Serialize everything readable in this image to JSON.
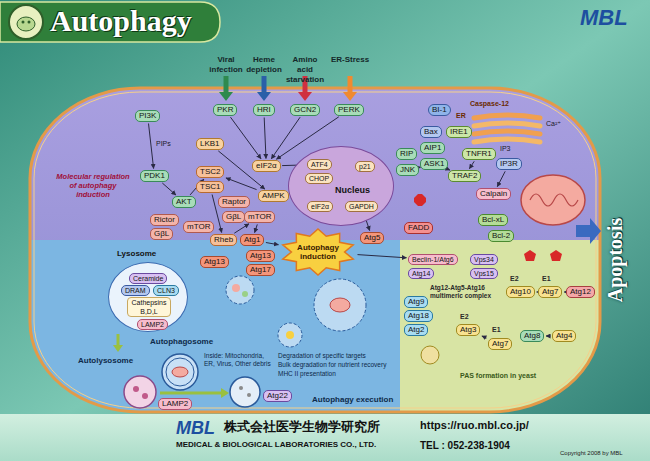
{
  "diagram": {
    "title": "Autophagy",
    "nodes": [
      {
        "text": [
          "PKR"
        ]
      },
      {
        "text": [
          "HRI"
        ]
      },
      {
        "text": [
          "GCN2"
        ]
      },
      {
        "text": [
          "PERK"
        ]
      },
      {
        "text": [
          "PI3K"
        ]
      },
      {
        "text": [
          "PDK1"
        ]
      },
      {
        "text": [
          "AKT"
        ]
      },
      {
        "text": [
          "TSC2"
        ]
      },
      {
        "text": [
          "TSC1"
        ]
      },
      {
        "text": [
          "LKB1"
        ]
      },
      {
        "text": [
          "eIF2α"
        ]
      },
      {
        "text": [
          "AMPK"
        ]
      },
      {
        "text": [
          "Raptor"
        ]
      },
      {
        "text": [
          "GβL"
        ]
      },
      {
        "text": [
          "mTOR"
        ]
      },
      {
        "text": [
          "Rictor"
        ]
      },
      {
        "text": [
          "GβL"
        ]
      },
      {
        "text": [
          "mTOR"
        ]
      },
      {
        "text": [
          "Rheb"
        ]
      },
      {
        "text": [
          "Atg1"
        ]
      },
      {
        "text": [
          "Atg13"
        ]
      },
      {
        "text": [
          "Atg13"
        ]
      },
      {
        "text": [
          "Atg17"
        ]
      },
      {
        "text": [
          "Nucleus"
        ]
      },
      {
        "text": [
          "ATF4"
        ],
        "in": 23
      },
      {
        "text": [
          "CHOP"
        ],
        "in": 23
      },
      {
        "text": [
          "p21"
        ],
        "in": 23
      },
      {
        "text": [
          "eIF2α"
        ],
        "in": 23
      },
      {
        "text": [
          "GAPDH"
        ],
        "in": 23
      },
      {
        "text": [
          "Atg5"
        ]
      },
      {
        "text": [
          "BI-1"
        ]
      },
      {
        "text": [
          "Bax"
        ]
      },
      {
        "text": [
          "IRE1"
        ]
      },
      {
        "text": [
          "RIP"
        ]
      },
      {
        "text": [
          "JNK"
        ]
      },
      {
        "text": [
          "AIP1"
        ]
      },
      {
        "text": [
          "ASK1"
        ]
      },
      {
        "text": [
          "TRAF2"
        ]
      },
      {
        "text": [
          "TNFR1"
        ]
      },
      {
        "text": [
          "IP3R"
        ]
      },
      {
        "text": [
          "Calpain"
        ]
      },
      {
        "text": [
          "FADD"
        ]
      },
      {
        "text": [
          "Bcl-xL"
        ]
      },
      {
        "text": [
          "Bcl-2"
        ]
      },
      {
        "text": [
          "Autophagy induction"
        ]
      },
      {
        "text": [
          "Lysosome"
        ]
      },
      {
        "text": [
          "Ceramide"
        ],
        "in": 45
      },
      {
        "text": [
          "DRAM"
        ],
        "in": 45
      },
      {
        "text": [
          "CLN3"
        ],
        "in": 45
      },
      {
        "text": [
          "Cathepsins B,D,L"
        ],
        "in": 45
      },
      {
        "text": [
          "LAMP2"
        ],
        "in": 45
      },
      {
        "text": [
          "LAMP2"
        ]
      },
      {
        "text": [
          "Atg22"
        ]
      },
      {
        "text": [
          "Beclin-1/Atg6"
        ]
      },
      {
        "text": [
          "Atg14"
        ]
      },
      {
        "text": [
          "Vps34"
        ]
      },
      {
        "text": [
          "Vps15"
        ]
      },
      {
        "text": [
          "Atg9"
        ]
      },
      {
        "text": [
          "Atg18"
        ]
      },
      {
        "text": [
          "Atg2"
        ]
      },
      {
        "text": [
          "Atg10"
        ]
      },
      {
        "text": [
          "Atg7"
        ]
      },
      {
        "text": [
          "Atg12"
        ]
      },
      {
        "text": [
          "Atg3"
        ]
      },
      {
        "text": [
          "Atg7"
        ]
      },
      {
        "text": [
          "Atg8"
        ]
      },
      {
        "text": [
          "Atg4"
        ]
      }
    ],
    "edges": [
      {
        "from": 0,
        "to": 10,
        "arrow": "to"
      },
      {
        "from": 1,
        "to": 10,
        "arrow": "to"
      },
      {
        "from": 2,
        "to": 10,
        "arrow": "to"
      },
      {
        "from": 3,
        "to": 10,
        "arrow": "to"
      },
      {
        "from": 4,
        "to": 5,
        "arrow": "to"
      },
      {
        "from": 5,
        "to": 6,
        "arrow": "to"
      },
      {
        "from": 6,
        "to": 7,
        "arrow": "to"
      },
      {
        "from": 9,
        "to": 11,
        "arrow": "to"
      },
      {
        "from": 11,
        "to": 7,
        "arrow": "to"
      },
      {
        "from": 8,
        "to": 18,
        "arrow": "to"
      },
      {
        "from": 18,
        "to": 14,
        "arrow": "to"
      },
      {
        "from": 14,
        "to": 19,
        "arrow": "to"
      },
      {
        "from": 19,
        "to": 44,
        "arrow": "to"
      },
      {
        "from": 10,
        "to": 24,
        "arrow": "to"
      },
      {
        "from": 38,
        "to": 37,
        "arrow": "to"
      },
      {
        "from": 37,
        "to": 36,
        "arrow": "to"
      },
      {
        "from": 36,
        "to": 34,
        "arrow": "to"
      },
      {
        "from": 39,
        "to": 40,
        "arrow": "to"
      },
      {
        "from": 62,
        "to": 61,
        "arrow": "to"
      },
      {
        "from": 61,
        "to": 60,
        "arrow": "to"
      },
      {
        "from": 64,
        "to": 63,
        "arrow": "to"
      },
      {
        "from": 66,
        "to": 65,
        "arrow": "to"
      },
      {
        "from": 28,
        "to": 29,
        "arrow": "to"
      },
      {
        "from": 44,
        "to": 53,
        "arrow": "to"
      }
    ],
    "labels": [
      "Viral infection",
      "Heme depletion",
      "Amino acid starvation",
      "ER-Stress",
      "MBL",
      "PIPs",
      "Molecular regulation of autophagy induction",
      "ER",
      "Caspase-12",
      "Ca²⁺",
      "IP3",
      "Apoptosis",
      "Autophagosome",
      "Inside: Mitochondria, ER, Virus, Other debris",
      "Autolysosome",
      "Degradation of specific targets",
      "Bulk degradation for nutrient recovery",
      "MHC II presentation",
      "Autophagy execution",
      "Atg12-Atg5-Atg16 multimeric complex",
      "E2",
      "E1",
      "E2",
      "E1",
      "PAS formation in yeast",
      "MBL",
      "株式会社医学生物学研究所",
      "https://ruo.mbl.co.jp/",
      "MEDICAL & BIOLOGICAL LABORATORIES CO., LTD.",
      "TEL : 052-238-1904",
      "Copyright 2008 by MBL"
    ]
  }
}
